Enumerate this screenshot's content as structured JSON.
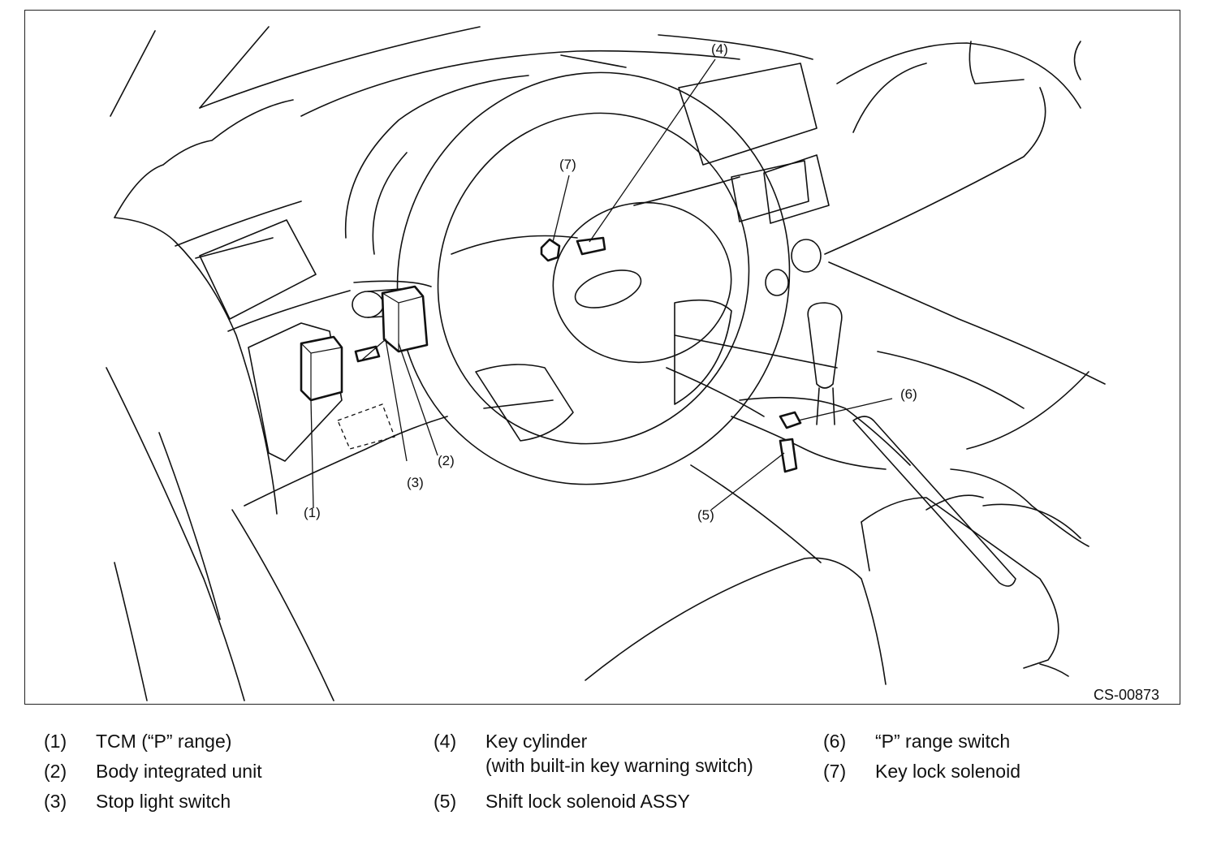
{
  "figure": {
    "code": "CS-00873",
    "callouts": [
      "(1)",
      "(2)",
      "(3)",
      "(4)",
      "(5)",
      "(6)",
      "(7)"
    ]
  },
  "legend": [
    {
      "num": "(1)",
      "label": "TCM (“P” range)"
    },
    {
      "num": "(2)",
      "label": "Body integrated unit"
    },
    {
      "num": "(3)",
      "label": "Stop light switch"
    },
    {
      "num": "(4)",
      "label": "Key cylinder",
      "label2": "(with built-in key warning switch)"
    },
    {
      "num": "(5)",
      "label": "Shift lock solenoid ASSY"
    },
    {
      "num": "(6)",
      "label": "“P” range switch"
    },
    {
      "num": "(7)",
      "label": "Key lock solenoid"
    }
  ]
}
